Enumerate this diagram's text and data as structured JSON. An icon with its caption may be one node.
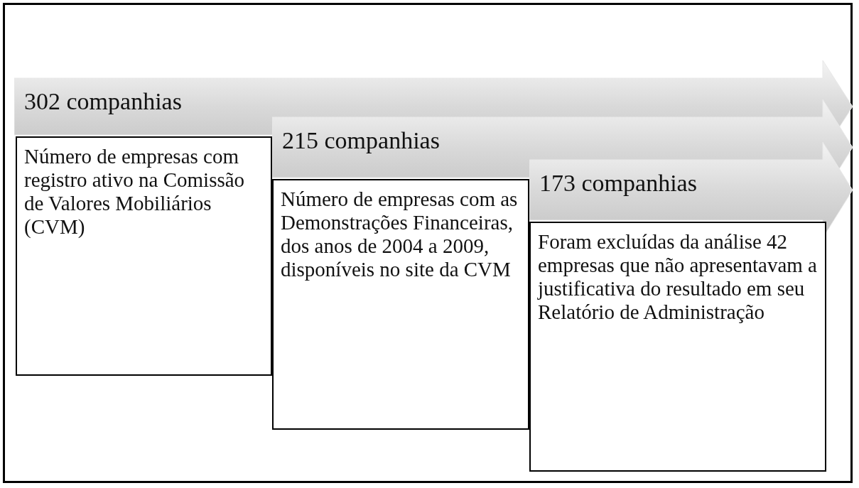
{
  "diagram": {
    "nodes": [
      {
        "text": [
          "302 companhias"
        ]
      },
      {
        "text": [
          "Número de empresas com registro ativo na Comissão de Valores Mobiliários (CVM)"
        ]
      },
      {
        "text": [
          "215 companhias"
        ]
      },
      {
        "text": [
          "Número de empresas com as Demonstrações Financeiras, dos anos de 2004 a 2009, disponíveis no site da CVM"
        ]
      },
      {
        "text": [
          "173 companhias"
        ]
      },
      {
        "text": [
          "Foram excluídas da análise 42 empresas que não apresentavam a justificativa do resultado em seu Relatório de Administração"
        ]
      }
    ]
  }
}
